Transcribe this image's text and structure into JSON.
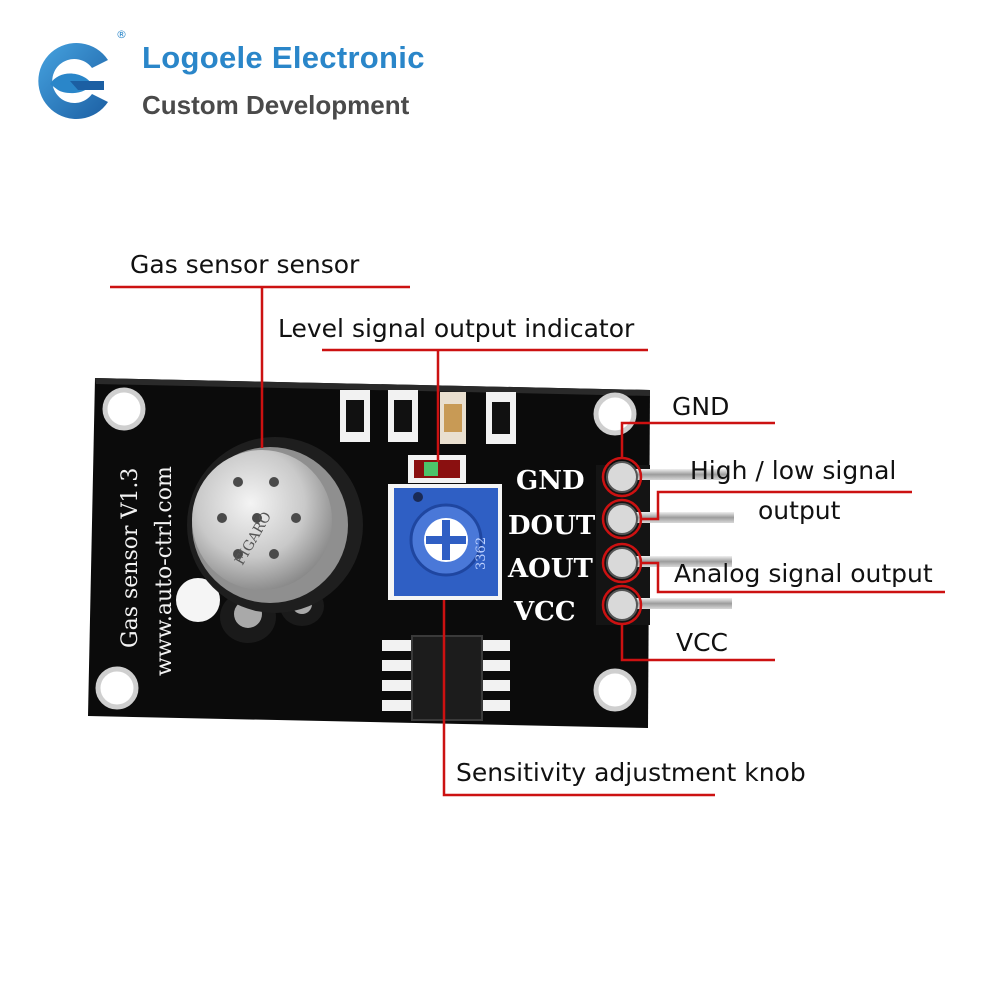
{
  "brand": {
    "name": "Logoele Electronic",
    "tagline": "Custom Development",
    "registered_mark": "®",
    "colors": {
      "blue": "#2a86c9",
      "gray": "#4a4a4a"
    }
  },
  "board": {
    "silkscreen_title": "Gas sensor V1.3",
    "silkscreen_url": "www.auto-ctrl.com",
    "sensor_marking": "FIGARO",
    "pot_marking": "3362",
    "pins": [
      "GND",
      "DOUT",
      "AOUT",
      "VCC"
    ],
    "colors": {
      "pcb": "#0b0b0b",
      "pot": "#2f5fc4",
      "leader": "#cc1111"
    }
  },
  "callouts": {
    "gas_sensor": "Gas sensor sensor",
    "level_indicator": "Level signal output indicator",
    "gnd": "GND",
    "dout_line1": "High / low signal",
    "dout_line2": "output",
    "aout": "Analog signal output",
    "vcc": "VCC",
    "sensitivity_knob": "Sensitivity adjustment knob"
  }
}
